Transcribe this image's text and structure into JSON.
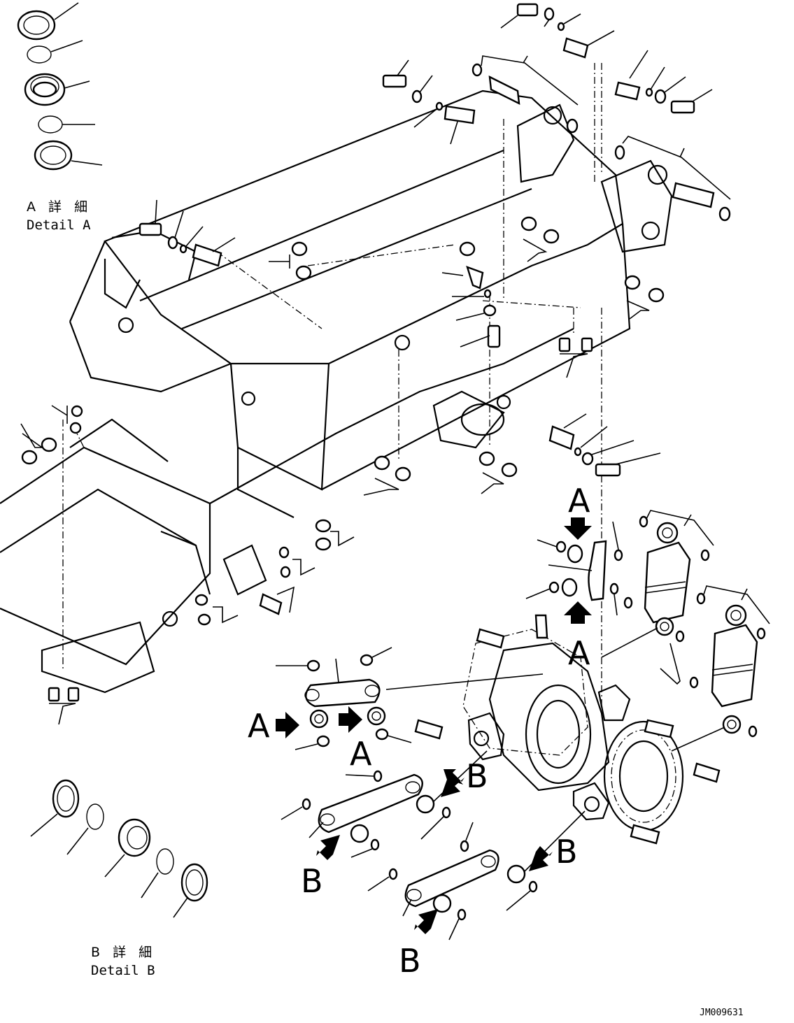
{
  "detail_a": {
    "jp": "A 詳 細",
    "en": "Detail A"
  },
  "detail_b": {
    "jp": "B 詳 細",
    "en": "Detail B"
  },
  "view_markers": {
    "a": "A",
    "b": "B"
  },
  "document_id": "JM009631"
}
